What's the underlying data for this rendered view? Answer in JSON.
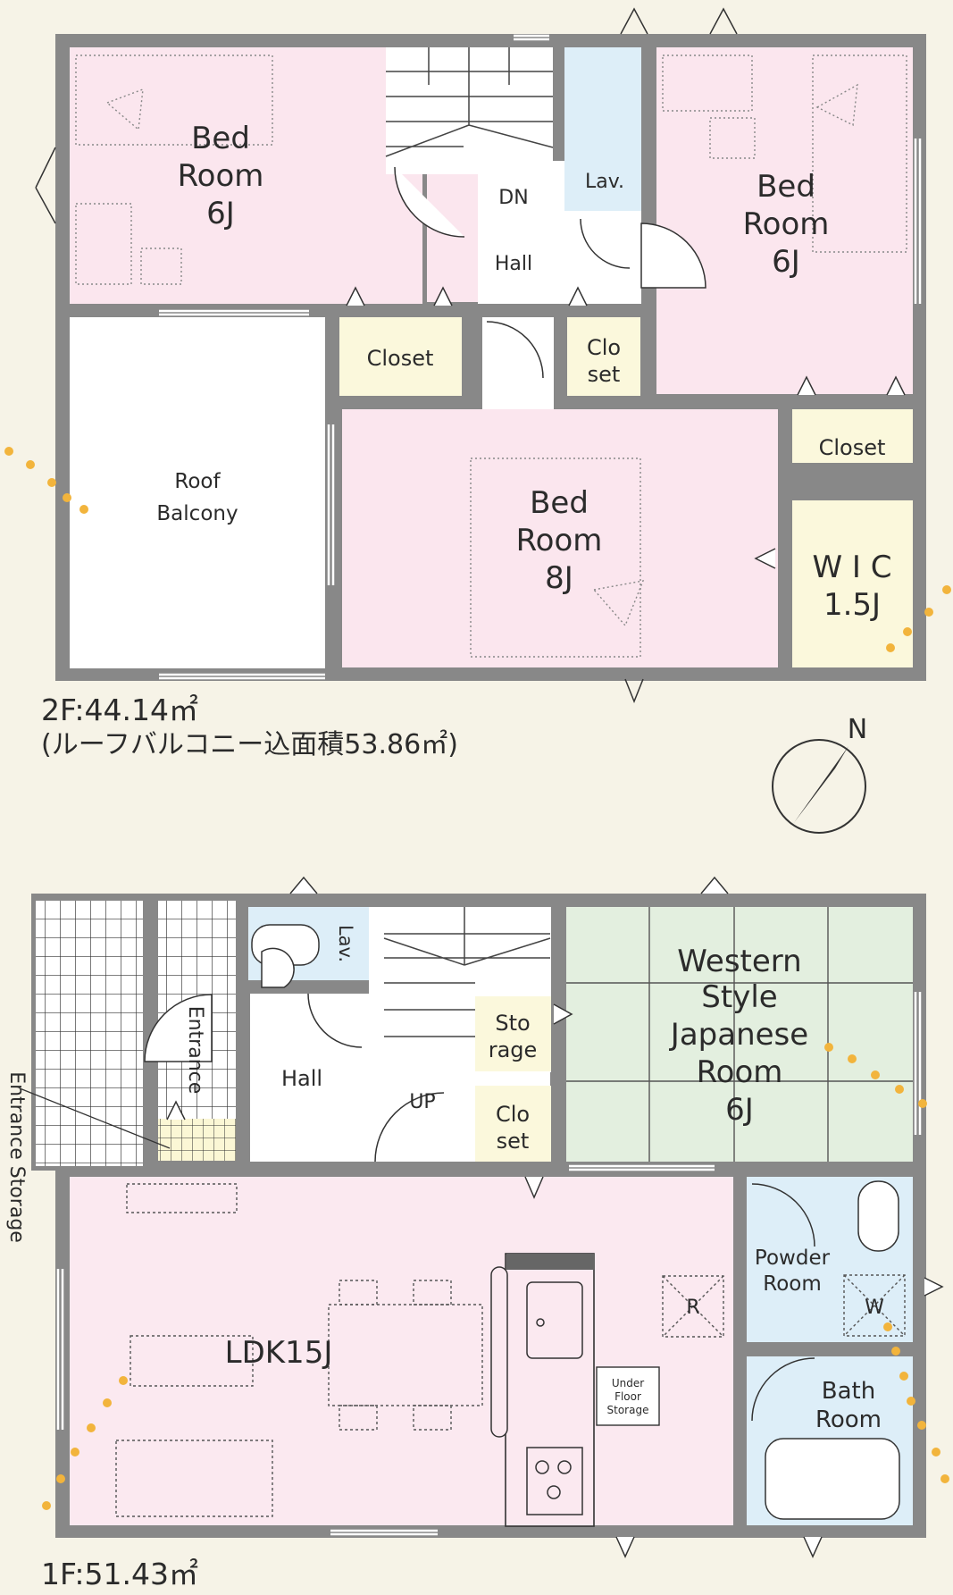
{
  "floors": {
    "second": {
      "area": "2F:44.14㎡",
      "area_note": "(ルーフバルコニー込面積53.86㎡)",
      "rooms": {
        "bed_nw": [
          "Bed",
          "Room",
          "6J"
        ],
        "bed_ne": [
          "Bed",
          "Room",
          "6J"
        ],
        "bed_s": [
          "Bed",
          "Room",
          "8J"
        ],
        "closet_w": "Closet",
        "closet_e": "Closet",
        "closet_mid": [
          "Clo",
          "set"
        ],
        "wic": [
          "W I C",
          "1.5J"
        ],
        "lav": "Lav.",
        "hall": "Hall",
        "stairs_dir": "DN",
        "balcony": [
          "Roof",
          "Balcony"
        ]
      }
    },
    "first": {
      "area": "1F:51.43㎡",
      "rooms": {
        "ldk": "LDK15J",
        "japanese": [
          "Western",
          "Style",
          "Japanese",
          "Room",
          "6J"
        ],
        "powder": [
          "Powder",
          "Room"
        ],
        "bath": [
          "Bath",
          "Room"
        ],
        "lav": "Lav.",
        "hall": "Hall",
        "stairs_dir": "UP",
        "storage": [
          "Sto",
          "rage"
        ],
        "closet": [
          "Clo",
          "set"
        ],
        "entrance": "Entrance",
        "entrance_storage": "Entrance Storage",
        "under_floor": [
          "Under",
          "Floor",
          "Storage"
        ],
        "fridge": "R",
        "washer": "W"
      }
    }
  },
  "compass_label": "N",
  "colors": {
    "wall": "#888888",
    "background": "#f6f3e7",
    "bedroom": "#fbe6ee",
    "lav": "#ddeef8",
    "closet": "#fbf8dc",
    "japanese": "#e3efdf",
    "ldk": "#fbe9f0",
    "balcony": "#ffffff",
    "dotted_path": "#f2b43c"
  }
}
